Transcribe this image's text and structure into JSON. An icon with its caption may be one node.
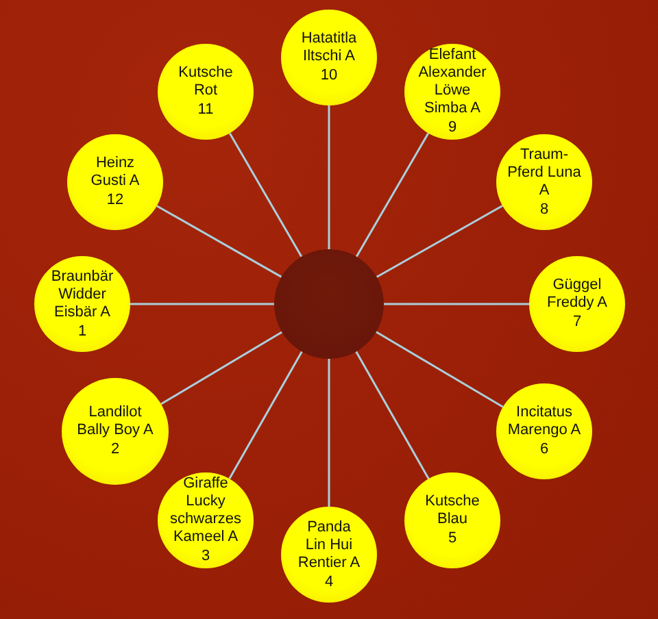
{
  "diagram": {
    "nodes": [
      {
        "text": [
          "Hatatitla Iltschi A",
          "10"
        ]
      },
      {
        "text": [
          "Kutsche Rot",
          "11"
        ]
      },
      {
        "text": [
          "Elefant Alexander Löwe Simba A",
          "9"
        ]
      },
      {
        "text": [
          "Heinz Gusti A",
          "12"
        ]
      },
      {
        "text": [
          "Traum- Pferd Luna A",
          "8"
        ]
      },
      {
        "text": [
          "Braunbär Widder Eisbär A",
          "1"
        ]
      },
      {
        "text": [],
        "shape": "circle"
      },
      {
        "text": [
          "Güggel Freddy A",
          "7"
        ]
      },
      {
        "text": [
          "Landilot Bally Boy A",
          "2"
        ]
      },
      {
        "text": [
          "Incitatus Marengo A",
          "6"
        ]
      },
      {
        "text": [
          "Giraffe Lucky schwarzes Kameel A",
          "3"
        ]
      },
      {
        "text": [
          "Kutsche Blau",
          "5"
        ]
      },
      {
        "text": [
          "Panda Lin Hui Rentier A",
          "4"
        ]
      }
    ],
    "edges": [
      {
        "from": 6,
        "to": 0,
        "arrow": "none"
      },
      {
        "from": 6,
        "to": 1,
        "arrow": "none"
      },
      {
        "from": 6,
        "to": 2,
        "arrow": "none"
      },
      {
        "from": 6,
        "to": 3,
        "arrow": "none"
      },
      {
        "from": 6,
        "to": 4,
        "arrow": "none"
      },
      {
        "from": 6,
        "to": 5,
        "arrow": "none"
      },
      {
        "from": 6,
        "to": 7,
        "arrow": "none"
      },
      {
        "from": 6,
        "to": 8,
        "arrow": "none"
      },
      {
        "from": 6,
        "to": 9,
        "arrow": "none"
      },
      {
        "from": 6,
        "to": 10,
        "arrow": "none"
      },
      {
        "from": 6,
        "to": 11,
        "arrow": "none"
      },
      {
        "from": 6,
        "to": 12,
        "arrow": "none"
      }
    ]
  }
}
